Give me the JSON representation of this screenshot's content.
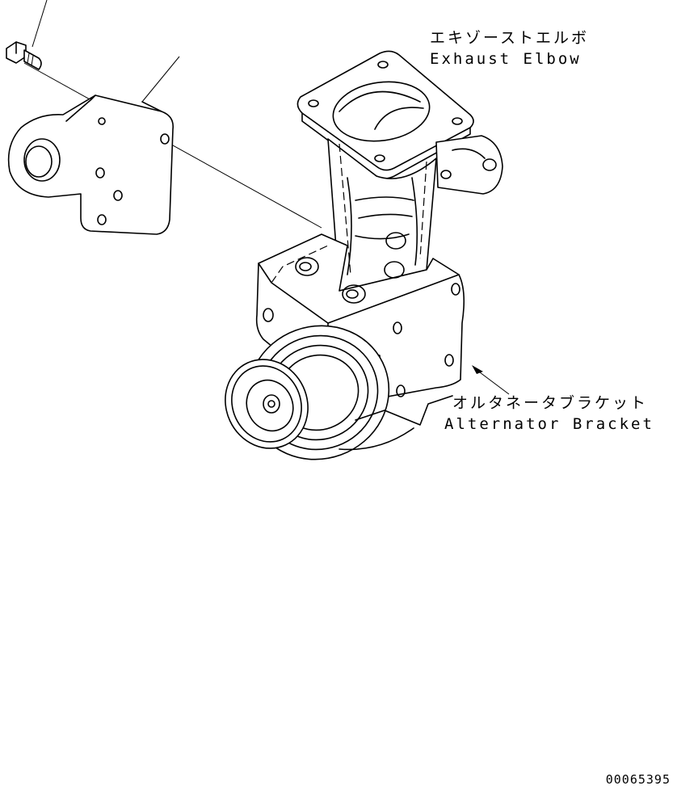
{
  "labels": {
    "exhaust_elbow_jp": "エキゾーストエルボ",
    "exhaust_elbow_en": "Exhaust Elbow",
    "alternator_bracket_jp": "オルタネータブラケット",
    "alternator_bracket_en": "Alternator Bracket"
  },
  "drawing_number": "00065395"
}
